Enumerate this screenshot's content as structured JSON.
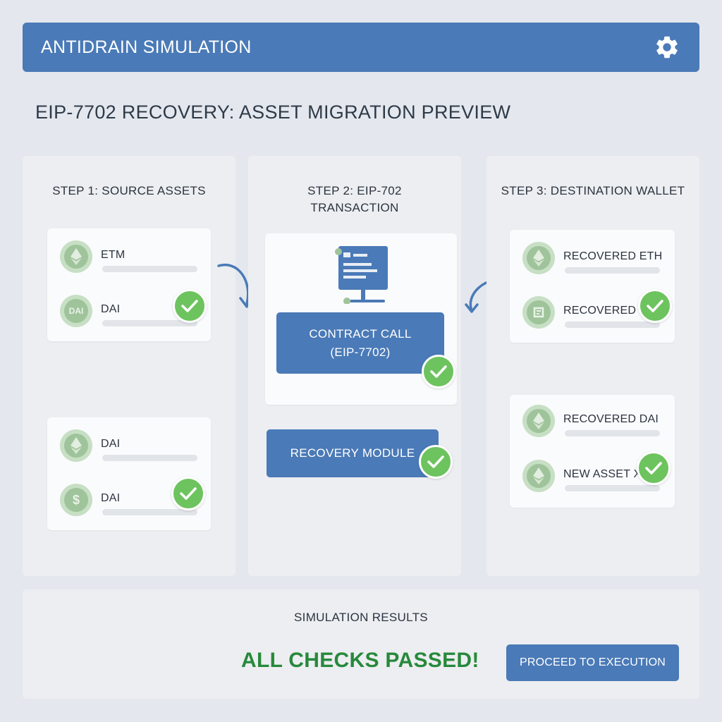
{
  "header": {
    "title": "ANTIDRAIN SIMULATION",
    "settings_icon": "gear-icon"
  },
  "page_title": "EIP-7702 RECOVERY: ASSET MIGRATION PREVIEW",
  "step1": {
    "title": "STEP 1: SOURCE ASSETS",
    "card1": [
      {
        "label": "ETM",
        "icon": "eth-coin-icon"
      },
      {
        "label": "DAI",
        "icon": "dai-coin-icon",
        "coin_text": "DAI",
        "checked": true
      }
    ],
    "card2": [
      {
        "label": "DAI",
        "icon": "eth-coin-icon"
      },
      {
        "label": "DAI",
        "icon": "dollar-coin-icon",
        "coin_text": "$",
        "checked": true
      }
    ]
  },
  "step2": {
    "title_line1": "STEP 2: EIP-702",
    "title_line2": "TRANSACTION",
    "icon": "monitor-document-icon",
    "contract_call_line1": "CONTRACT CALL",
    "contract_call_line2": "(EIP-7702)",
    "recovery_module": "RECOVERY MODULE"
  },
  "step3": {
    "title": "STEP 3: DESTINATION WALLET",
    "card1": [
      {
        "label": "RECOVERED ETH",
        "icon": "eth-coin-icon"
      },
      {
        "label": "RECOVERED X",
        "icon": "token-coin-icon",
        "checked": true
      }
    ],
    "card2": [
      {
        "label": "RECOVERED DAI",
        "icon": "eth-coin-icon"
      },
      {
        "label": "NEW ASSET X",
        "icon": "eth-coin-icon",
        "checked": true
      }
    ]
  },
  "results": {
    "title": "SIMULATION RESULTS",
    "status": "ALL CHECKS PASSED!",
    "proceed_button": "PROCEED TO EXECUTION"
  },
  "colors": {
    "accent": "#4a7ab7",
    "success": "#6dc35e",
    "success_text": "#27893b",
    "coin": "#9fc39a"
  }
}
